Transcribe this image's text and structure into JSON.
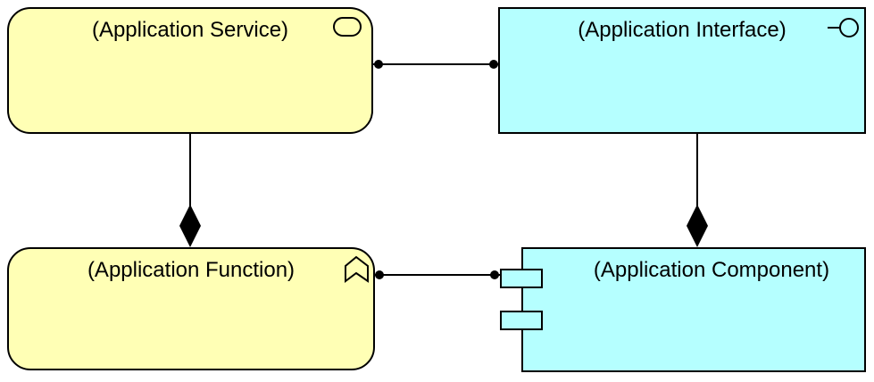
{
  "canvas": {
    "background": "#ffffff"
  },
  "colors": {
    "behavior_fill": "#FFFFB5",
    "structure_fill": "#B5FFFF",
    "outline": "#000000",
    "text": "#000000",
    "connector": "#000000"
  },
  "nodes": {
    "application_service": {
      "label": "(Application Service)",
      "shape": "rounded-rectangle",
      "fill": "#FFFFB5",
      "icon": "service-icon"
    },
    "application_interface": {
      "label": "(Application Interface)",
      "shape": "rectangle",
      "fill": "#B5FFFF",
      "icon": "interface-lollipop-icon"
    },
    "application_function": {
      "label": "(Application Function)",
      "shape": "rounded-rectangle",
      "fill": "#FFFFB5",
      "icon": "function-chevron-icon"
    },
    "application_component": {
      "label": "(Application Component)",
      "shape": "rectangle",
      "fill": "#B5FFFF",
      "icon": "component-ports-icon"
    }
  },
  "relationships": [
    {
      "id": "service-to-function",
      "source": "application_service",
      "target": "application_function",
      "type": "composition",
      "notation": "solid-line-with-filled-diamond-at-target"
    },
    {
      "id": "service-to-interface",
      "source": "application_service",
      "target": "application_interface",
      "type": "assignment",
      "notation": "solid-line-with-filled-ball-at-both-ends"
    },
    {
      "id": "interface-to-component",
      "source": "application_interface",
      "target": "application_component",
      "type": "composition",
      "notation": "solid-line-with-filled-diamond-at-target"
    },
    {
      "id": "function-to-component",
      "source": "application_function",
      "target": "application_component",
      "type": "assignment",
      "notation": "solid-line-with-filled-ball-at-both-ends"
    }
  ]
}
